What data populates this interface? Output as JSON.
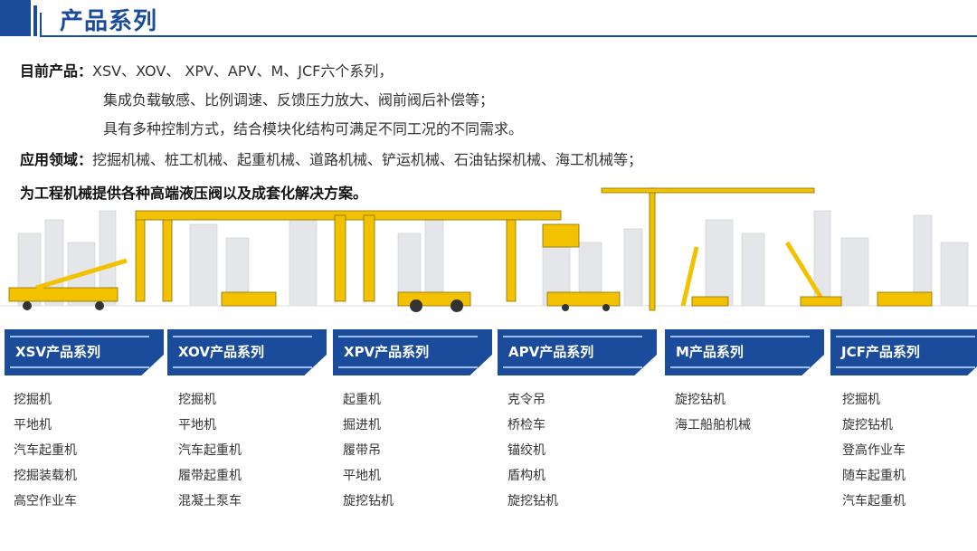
{
  "title": "产品系列",
  "intro": {
    "products_label": "目前产品：",
    "products_text": "XSV、XOV、 XPV、APV、M、JCF六个系列，",
    "line2": "集成负载敏感、比例调速、反馈压力放大、阀前阀后补偿等；",
    "line3": "具有多种控制方式，结合模块化结构可满足不同工况的不同需求。",
    "apps_label": "应用领域：",
    "apps_text": "挖掘机械、桩工机械、起重机械、道路机械、铲运机械、石油钻探机械、海工机械等；",
    "tagline": "为工程机械提供各种高端液压阀以及成套化解决方案。"
  },
  "accent": "#1b4c9c",
  "series": [
    {
      "name": "XSV产品系列",
      "items": [
        "挖掘机",
        "平地机",
        "汽车起重机",
        "挖掘装载机",
        "高空作业车"
      ]
    },
    {
      "name": "XOV产品系列",
      "items": [
        "挖掘机",
        "平地机",
        "汽车起重机",
        "履带起重机",
        "混凝土泵车"
      ]
    },
    {
      "name": "XPV产品系列",
      "items": [
        "起重机",
        "掘进机",
        "履带吊",
        "平地机",
        "旋挖钻机"
      ]
    },
    {
      "name": "APV产品系列",
      "items": [
        "克令吊",
        "桥检车",
        "锚绞机",
        "盾构机",
        "旋挖钻机"
      ]
    },
    {
      "name": "M产品系列",
      "items": [
        "旋挖钻机",
        "海工船舶机械"
      ]
    },
    {
      "name": "JCF产品系列",
      "items": [
        "挖掘机",
        "旋挖钻机",
        "登高作业车",
        "随车起重机",
        "汽车起重机"
      ]
    }
  ]
}
